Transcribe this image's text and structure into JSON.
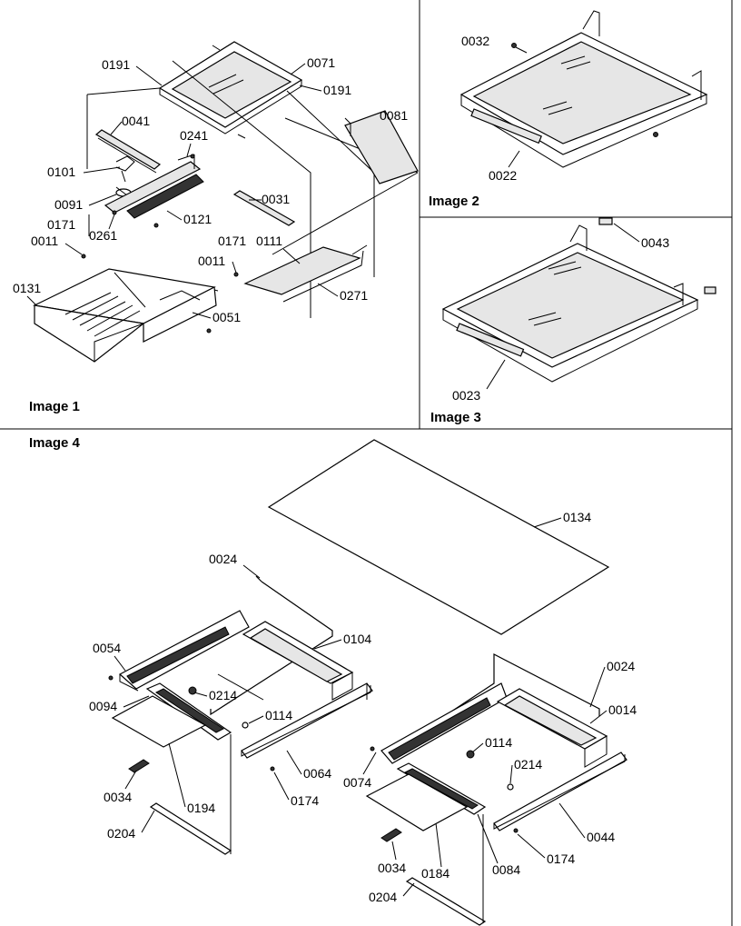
{
  "panels": {
    "image1": {
      "caption": "Image 1",
      "parts": [
        "0191",
        "0071",
        "0191",
        "0041",
        "0081",
        "0241",
        "0101",
        "0031",
        "0091",
        "0121",
        "0261",
        "0171",
        "0011",
        "0171",
        "0111",
        "0011",
        "0131",
        "0051",
        "0271"
      ]
    },
    "image2": {
      "caption": "Image 2",
      "parts": [
        "0032",
        "0022"
      ]
    },
    "image3": {
      "caption": "Image 3",
      "parts": [
        "0043",
        "0023"
      ]
    },
    "image4": {
      "caption": "Image 4",
      "parts": [
        "0134",
        "0024",
        "0104",
        "0054",
        "0214",
        "0094",
        "0114",
        "0064",
        "0034",
        "0194",
        "0174",
        "0204",
        "0024",
        "0014",
        "0114",
        "0214",
        "0074",
        "0044",
        "0174",
        "0034",
        "0184",
        "0084",
        "0204"
      ]
    }
  },
  "colors": {
    "line": "#000000",
    "background": "#ffffff",
    "panel_fill": "#e6e6e6"
  }
}
